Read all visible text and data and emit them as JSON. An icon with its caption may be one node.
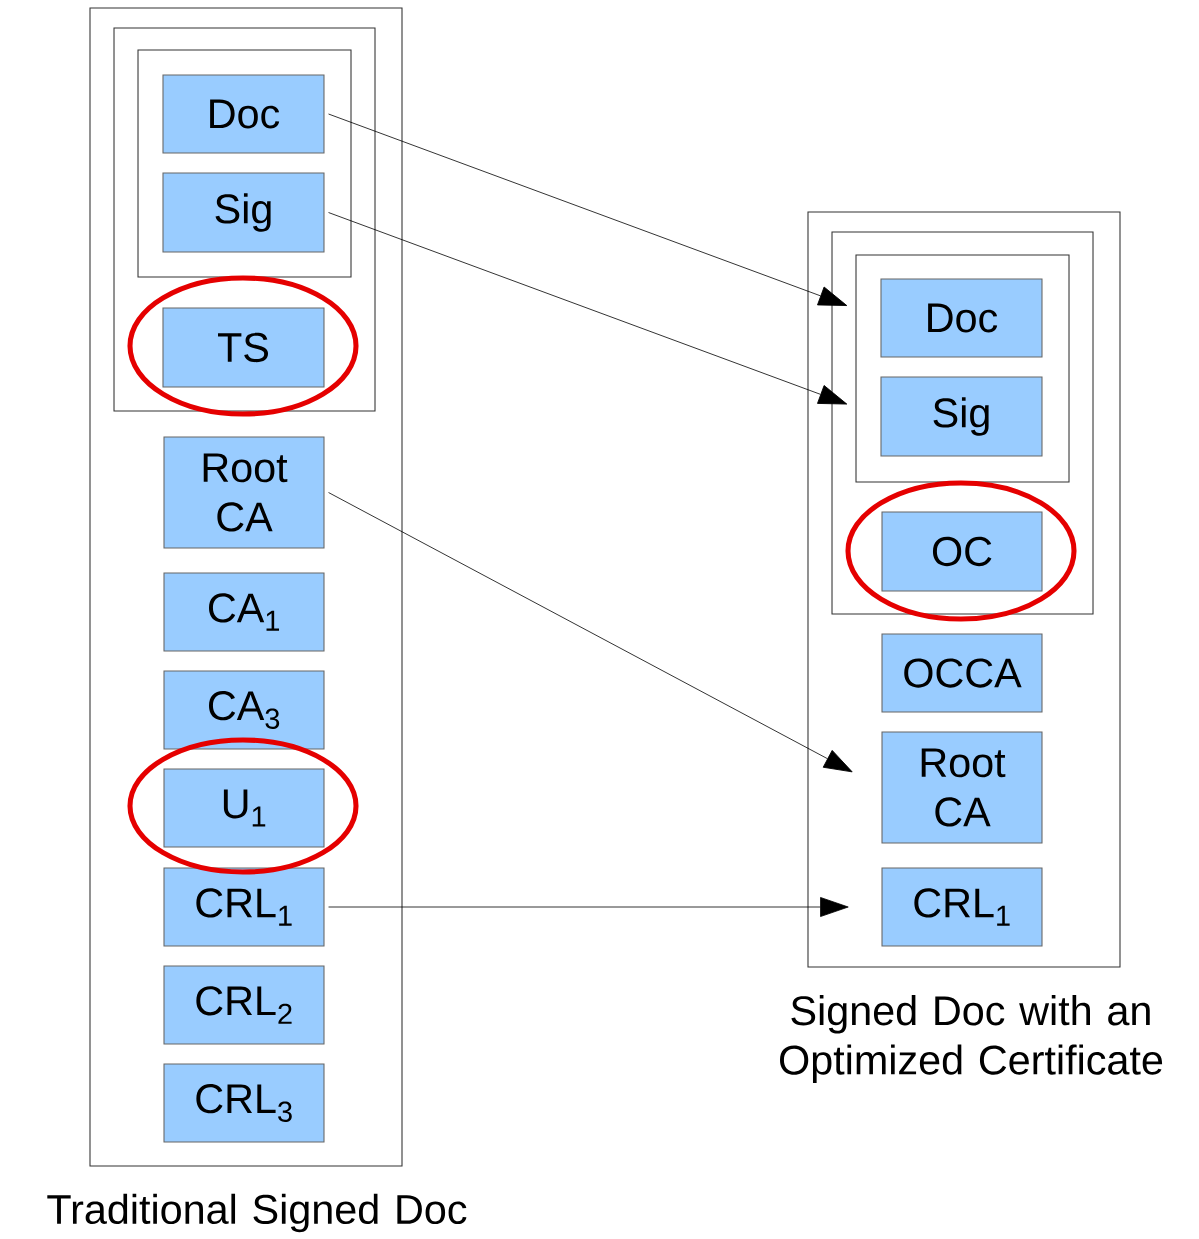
{
  "diagram": {
    "nodes": [
      {
        "text": [
          "Traditional Signed Doc"
        ]
      },
      {
        "text": [],
        "shape": "box",
        "in": 0
      },
      {
        "text": [],
        "shape": "box",
        "in": 1
      },
      {
        "text": [
          "Doc"
        ],
        "in": 2
      },
      {
        "text": [
          "Sig"
        ],
        "in": 2
      },
      {
        "text": [
          "TS"
        ],
        "in": 1
      },
      {
        "text": [
          "Root CA"
        ],
        "in": 0
      },
      {
        "text": [
          "CA$_{1}$"
        ],
        "in": 0
      },
      {
        "text": [
          "CA$_{3}$"
        ],
        "in": 0
      },
      {
        "text": [
          "U$_{1}$"
        ],
        "in": 0
      },
      {
        "text": [
          "CRL$_{1}$"
        ],
        "in": 0
      },
      {
        "text": [
          "CRL$_{2}$"
        ],
        "in": 0
      },
      {
        "text": [
          "CRL$_{3}$"
        ],
        "in": 0
      },
      {
        "text": [
          "Signed Doc with an Optimized Certificate"
        ]
      },
      {
        "text": [],
        "shape": "box",
        "in": 13
      },
      {
        "text": [],
        "shape": "box",
        "in": 14
      },
      {
        "text": [
          "Doc"
        ],
        "in": 15
      },
      {
        "text": [
          "Sig"
        ],
        "in": 15
      },
      {
        "text": [
          "OC"
        ],
        "in": 14
      },
      {
        "text": [
          "OCCA"
        ],
        "in": 13
      },
      {
        "text": [
          "Root CA"
        ],
        "in": 13
      },
      {
        "text": [
          "CRL$_{1}$"
        ],
        "in": 13
      }
    ],
    "edges": [
      {
        "from": 3,
        "to": 16,
        "arrow": "to"
      },
      {
        "from": 4,
        "to": 17,
        "arrow": "to"
      },
      {
        "from": 6,
        "to": 20,
        "arrow": "to"
      },
      {
        "from": 10,
        "to": 21,
        "arrow": "to"
      }
    ]
  }
}
